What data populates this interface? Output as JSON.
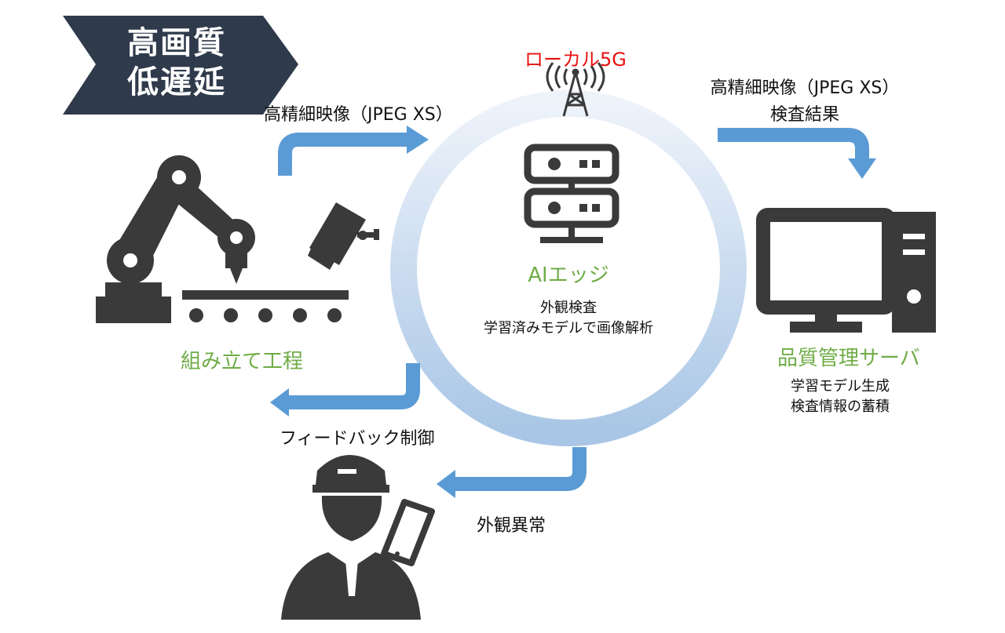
{
  "banner": {
    "line1": "高画質",
    "line2": "低遅延"
  },
  "network_label": "ローカル5G",
  "edge": {
    "title": "AIエッジ",
    "desc_line1": "外観検査",
    "desc_line2": "学習済みモデルで画像解析"
  },
  "flows": {
    "to_edge": "高精細映像（JPEG XS）",
    "to_server_line1": "高精細映像（JPEG XS）",
    "to_server_line2": "検査結果",
    "feedback": "フィードバック制御",
    "anomaly": "外観異常"
  },
  "assembly": {
    "label": "組み立て工程"
  },
  "server": {
    "label": "品質管理サーバ",
    "desc_line1": "学習モデル生成",
    "desc_line2": "検査情報の蓄積"
  },
  "colors": {
    "banner": "#2f3a4b",
    "arrow": "#5b9bd5",
    "icon": "#3a3a3a",
    "green_label": "#6fac46",
    "red_label": "#e81010"
  },
  "icons": [
    "robot-arm-icon",
    "camera-icon",
    "conveyor-icon",
    "antenna-icon",
    "server-icon",
    "computer-icon",
    "worker-icon",
    "smartphone-icon"
  ]
}
